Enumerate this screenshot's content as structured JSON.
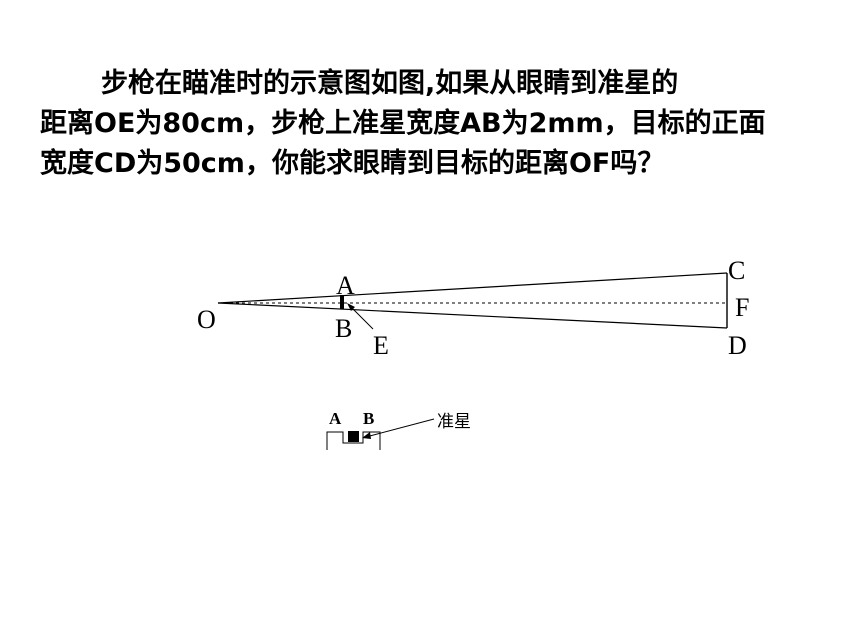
{
  "problem": {
    "lines": [
      "步枪在瞄准时的示意图如图,如果从眼睛到准星的",
      "距离OE为80cm，步枪上准星宽度AB为2mm，目标的正面",
      "宽度CD为50cm，你能求眼睛到目标的距离OF吗？"
    ]
  },
  "diagram": {
    "labels": {
      "O": "O",
      "A": "A",
      "B": "B",
      "E": "E",
      "C": "C",
      "F": "F",
      "D": "D"
    }
  },
  "sight_detail": {
    "label_a": "A",
    "label_b": "B",
    "callout": "准星"
  }
}
